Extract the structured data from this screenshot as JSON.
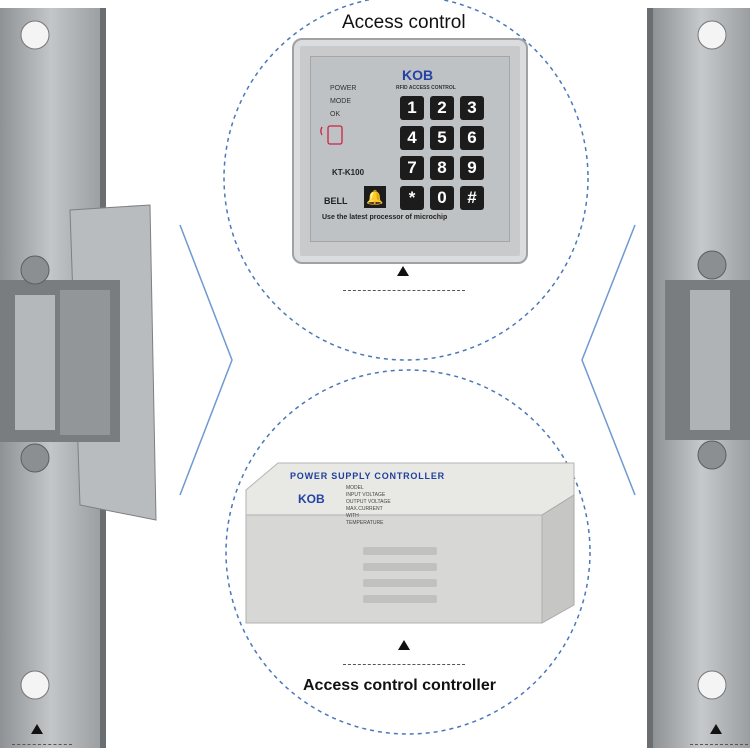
{
  "top_label": "Access control",
  "bottom_label": "Access control controller",
  "keypad": {
    "brand": "KOB",
    "subtitle": "RFID ACCESS CONTROL",
    "indicators": [
      "POWER",
      "MODE",
      "OK"
    ],
    "model": "KT-K100",
    "bell_label": "BELL",
    "footer": "Use the latest processor of microchip",
    "keys": [
      "1",
      "2",
      "3",
      "4",
      "5",
      "6",
      "7",
      "8",
      "9",
      "*",
      "0",
      "#"
    ]
  },
  "power_supply": {
    "title": "POWER SUPPLY CONTROLLER",
    "brand": "KOB",
    "specs": [
      "MODEL",
      "INPUT VOLTAGE",
      "OUTPUT VOLTAGE",
      "MAX.CURRENT",
      "WITH",
      "TEMPERATURE"
    ]
  },
  "markers": {
    "triangle": "▲"
  },
  "colors": {
    "circle_dash": "#4a78b8",
    "metal": "#a9acae",
    "device": "#d6d7d4"
  }
}
